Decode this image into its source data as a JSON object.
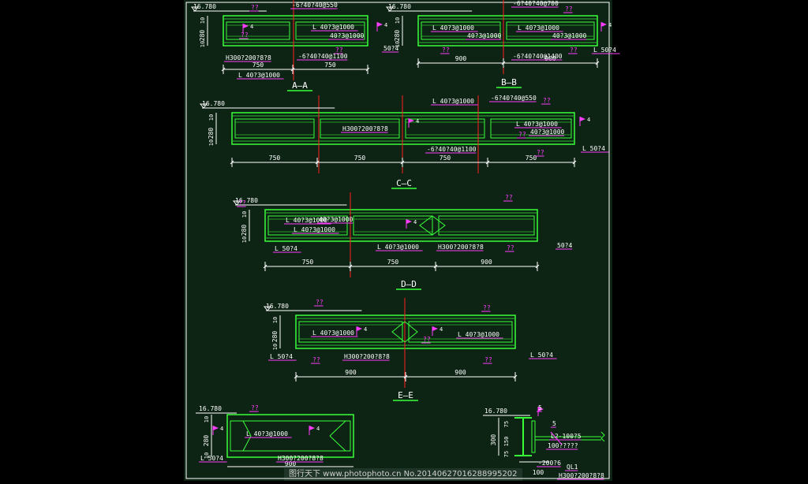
{
  "colors": {
    "background": "#000000",
    "sheet": "#0d2415",
    "frame": "#ffffff",
    "member": "#39ff39",
    "member_dim": "#2bbf2b",
    "dimension": "#ffffff",
    "label": "#ffffff",
    "leader": "#ff3cff",
    "axis": "#ff2020",
    "weld": "#ff3cff"
  },
  "watermark": "图行天下 www.photophoto.cn No.20140627016288995202",
  "views": [
    {
      "id": "A-A",
      "title": "A—A",
      "elevation": "16.780",
      "heights": [
        "10",
        "280",
        "10"
      ],
      "dims": [
        "750",
        "750"
      ],
      "labels": [
        {
          "text": "??",
          "kind": "dim"
        },
        {
          "text": "??",
          "kind": "dim"
        },
        {
          "text": "-6?40?40@550",
          "kind": "label"
        },
        {
          "text": "L  40?3@1000",
          "kind": "label"
        },
        {
          "text": "40?3@1000",
          "kind": "label"
        },
        {
          "text": "??",
          "kind": "dim"
        },
        {
          "text": "H300?200?8?8",
          "kind": "label"
        },
        {
          "text": "-6?40?40@1100",
          "kind": "label"
        },
        {
          "text": "L  40?3@1000",
          "kind": "label"
        },
        {
          "text": "4",
          "kind": "weld"
        },
        {
          "text": "4",
          "kind": "weld"
        }
      ]
    },
    {
      "id": "B-B",
      "title": "B—B",
      "elevation": "16.780",
      "heights": [
        "10",
        "280",
        "10"
      ],
      "dims": [
        "900",
        "900"
      ],
      "labels": [
        {
          "text": "-6?40?40@700",
          "kind": "label"
        },
        {
          "text": "??",
          "kind": "dim"
        },
        {
          "text": "L  40?3@1000",
          "kind": "label"
        },
        {
          "text": "40?3@1000",
          "kind": "label"
        },
        {
          "text": "L  40?3@1000",
          "kind": "label"
        },
        {
          "text": "40?3@1000",
          "kind": "label"
        },
        {
          "text": "50?4",
          "kind": "label"
        },
        {
          "text": "L  50?4",
          "kind": "label"
        },
        {
          "text": "-6?40?40@1400",
          "kind": "label"
        },
        {
          "text": "??",
          "kind": "dim"
        },
        {
          "text": "??",
          "kind": "dim"
        },
        {
          "text": "4",
          "kind": "weld"
        }
      ]
    },
    {
      "id": "C-C",
      "title": "C—C",
      "elevation": "16.780",
      "heights": [
        "10",
        "280",
        "10"
      ],
      "dims": [
        "750",
        "750",
        "750",
        "750"
      ],
      "labels": [
        {
          "text": "L  40?3@1000",
          "kind": "label"
        },
        {
          "text": "-6?40?40@550",
          "kind": "label"
        },
        {
          "text": "??",
          "kind": "dim"
        },
        {
          "text": "H300?200?8?8",
          "kind": "label"
        },
        {
          "text": "L  40?3@1000",
          "kind": "label"
        },
        {
          "text": "40?3@1000",
          "kind": "label"
        },
        {
          "text": "-6?40?40@1100",
          "kind": "label"
        },
        {
          "text": "??",
          "kind": "dim"
        },
        {
          "text": "??",
          "kind": "dim"
        },
        {
          "text": "L  50?4",
          "kind": "label"
        },
        {
          "text": "4",
          "kind": "weld"
        },
        {
          "text": "4",
          "kind": "weld"
        }
      ]
    },
    {
      "id": "D-D",
      "title": "D—D",
      "elevation": "16.780",
      "heights": [
        "10",
        "280",
        "10"
      ],
      "dims": [
        "750",
        "750",
        "900"
      ],
      "labels": [
        {
          "text": "??",
          "kind": "dim"
        },
        {
          "text": "L  40?3@1000",
          "kind": "label"
        },
        {
          "text": "L  40?3@1000",
          "kind": "label"
        },
        {
          "text": "40?3@1000",
          "kind": "label"
        },
        {
          "text": "L  40?3@1000",
          "kind": "label"
        },
        {
          "text": "H300?200?8?8",
          "kind": "label"
        },
        {
          "text": "L  50?4",
          "kind": "label"
        },
        {
          "text": "50?4",
          "kind": "label"
        },
        {
          "text": "4",
          "kind": "weld"
        },
        {
          "text": "??",
          "kind": "dim"
        },
        {
          "text": "??",
          "kind": "dim"
        }
      ]
    },
    {
      "id": "E-E",
      "title": "E—E",
      "elevation": "16.780",
      "heights": [
        "10",
        "280",
        "10"
      ],
      "dims": [
        "900",
        "900"
      ],
      "labels": [
        {
          "text": "??",
          "kind": "dim"
        },
        {
          "text": "??",
          "kind": "dim"
        },
        {
          "text": "L  40?3@1000",
          "kind": "label"
        },
        {
          "text": "L  40?3@1000",
          "kind": "label"
        },
        {
          "text": "??",
          "kind": "dim"
        },
        {
          "text": "H300?200?8?8",
          "kind": "label"
        },
        {
          "text": "L  50?4",
          "kind": "label"
        },
        {
          "text": "L  50?4",
          "kind": "label"
        },
        {
          "text": "??",
          "kind": "dim"
        },
        {
          "text": "??",
          "kind": "dim"
        },
        {
          "text": "4",
          "kind": "weld"
        },
        {
          "text": "4",
          "kind": "weld"
        }
      ]
    },
    {
      "id": "F",
      "title": "",
      "elevation": "16.780",
      "heights": [
        "10",
        "280",
        "10"
      ],
      "dims": [
        "900"
      ],
      "labels": [
        {
          "text": "??",
          "kind": "dim"
        },
        {
          "text": "L  40?3@1000",
          "kind": "label"
        },
        {
          "text": "L  50?4",
          "kind": "label"
        },
        {
          "text": "H300?200?8?8",
          "kind": "label"
        },
        {
          "text": "4",
          "kind": "weld"
        },
        {
          "text": "4",
          "kind": "weld"
        }
      ]
    },
    {
      "id": "QL1",
      "title": "",
      "elevation": "16.780",
      "heights": [
        "300",
        "75",
        "150",
        "75"
      ],
      "dims": [
        "100"
      ],
      "labels": [
        {
          "text": "5",
          "kind": "label"
        },
        {
          "text": "5",
          "kind": "label"
        },
        {
          "text": "L2-100?5",
          "kind": "label"
        },
        {
          "text": "100?????",
          "kind": "label"
        },
        {
          "text": "-200?6",
          "kind": "label"
        },
        {
          "text": "QL1",
          "kind": "label"
        },
        {
          "text": "H300?200?8?8",
          "kind": "label"
        }
      ]
    }
  ]
}
